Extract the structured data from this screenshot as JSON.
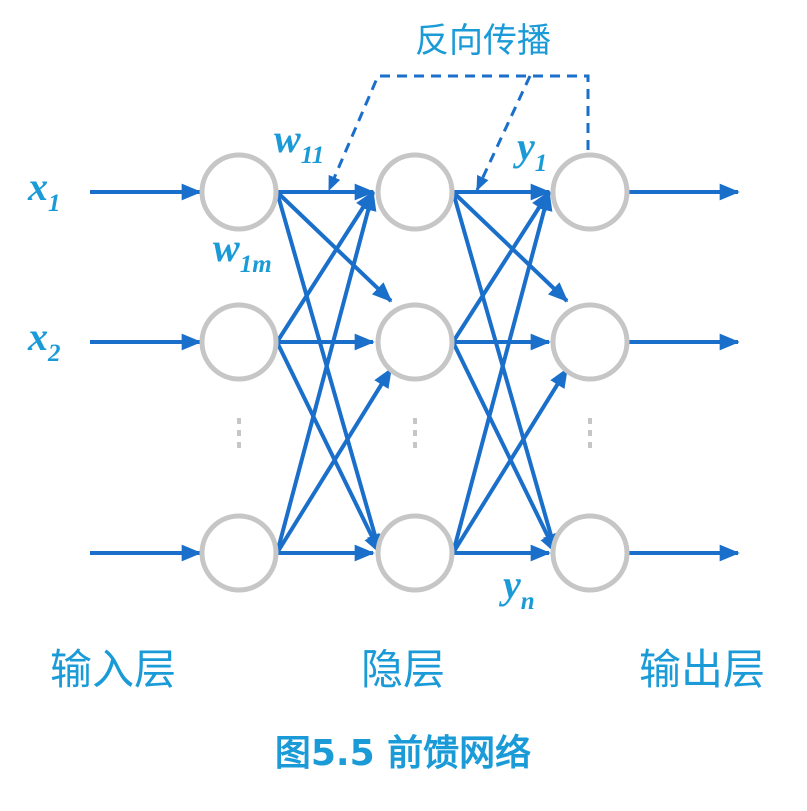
{
  "labels": {
    "backprop": "反向传播",
    "input_layer": "输入层",
    "hidden_layer": "隐层",
    "output_layer": "输出层",
    "caption": "图5.5 前馈网络"
  },
  "variables": {
    "x1": {
      "base": "x",
      "sub": "1"
    },
    "x2": {
      "base": "x",
      "sub": "2"
    },
    "w11": {
      "base": "w",
      "sub": "11"
    },
    "w1m": {
      "base": "w",
      "sub": "1m"
    },
    "y1": {
      "base": "y",
      "sub": "1"
    },
    "yn": {
      "base": "y",
      "sub": "n"
    }
  },
  "colors": {
    "arrow": "#1a6fca",
    "text": "#1a9bd7",
    "node_stroke": "#c6c6c6"
  }
}
